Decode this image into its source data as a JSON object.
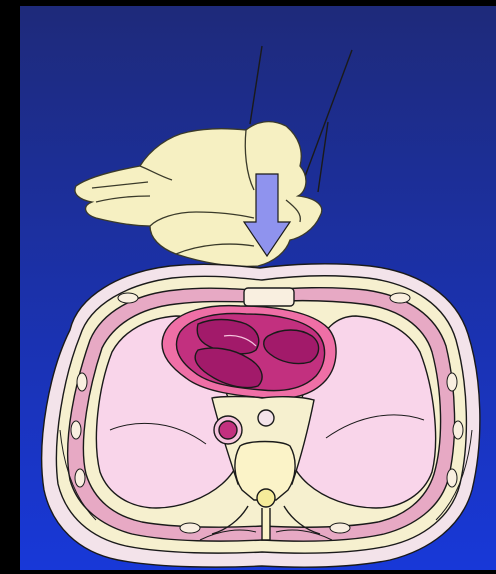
{
  "diagram": {
    "colors": {
      "frame": "#000000",
      "background_top": "#1e2a7a",
      "background_bottom": "#1838d8",
      "glove": "#f6f0c2",
      "glove_outline": "#3a3a2a",
      "arrow": "#8f93ee",
      "body_outer": "#f3e3ea",
      "subcutaneous": "#f6f0cf",
      "muscle": "#e7a9c4",
      "lung": "#f9d5ea",
      "pericardium": "#ef6fa6",
      "heart": "#c2307f",
      "heart_chamber": "#a21a6a",
      "aorta": "#c2307f",
      "spine": "#fbf3c8",
      "spinal_canal": "#f6ec9a",
      "sternum": "#f9efe0",
      "outline": "#1a1a1a"
    },
    "elements": {
      "hands": "gloved-hands",
      "arrow": "compression-arrow",
      "chest": "chest-cross-section"
    }
  }
}
